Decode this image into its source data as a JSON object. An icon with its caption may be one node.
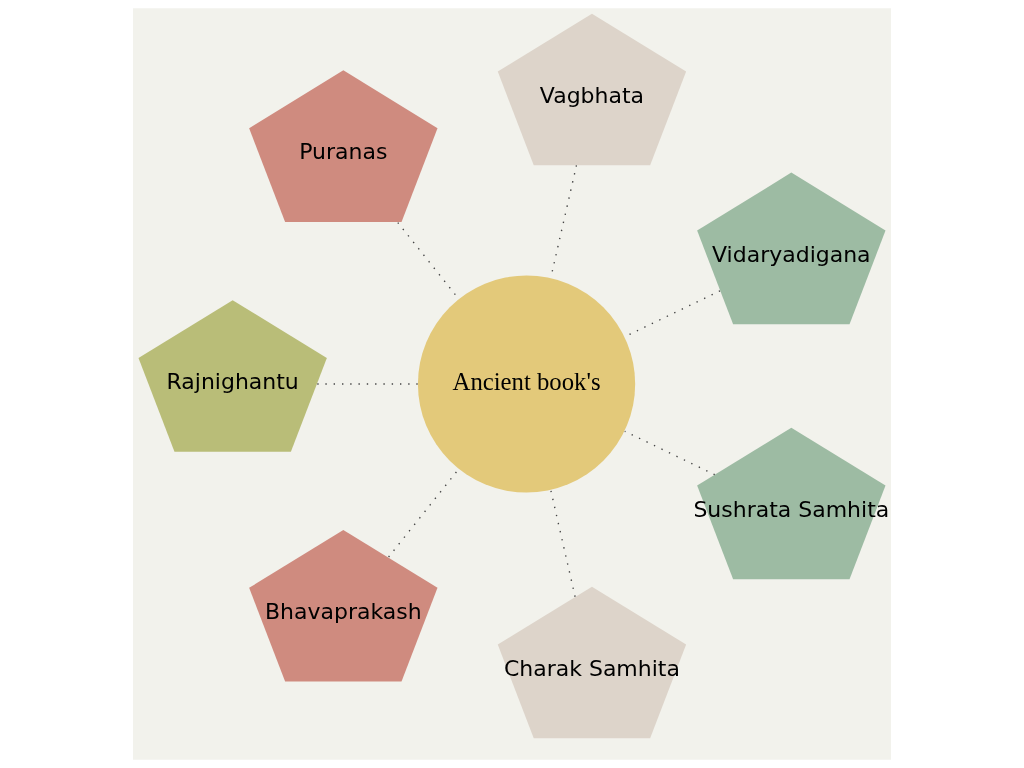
{
  "diagram": {
    "nodes": [
      {
        "text": [
          "Ancient book's"
        ]
      },
      {
        "text": [
          "Vidaryadigana"
        ]
      },
      {
        "text": [
          "Vagbhata"
        ]
      },
      {
        "text": [
          "Puranas"
        ]
      },
      {
        "text": [
          "Rajnighantu"
        ]
      },
      {
        "text": [
          "Bhavaprakash"
        ]
      },
      {
        "text": [
          "Charak Samhita"
        ]
      },
      {
        "text": [
          "Sushrata Samhita"
        ]
      }
    ],
    "edges": [
      {
        "from": 1,
        "to": 0,
        "arrow": "none",
        "style": "dashed"
      },
      {
        "from": 2,
        "to": 0,
        "arrow": "none",
        "style": "dashed"
      },
      {
        "from": 3,
        "to": 0,
        "arrow": "none",
        "style": "dashed"
      },
      {
        "from": 4,
        "to": 0,
        "arrow": "none",
        "style": "dashed"
      },
      {
        "from": 5,
        "to": 0,
        "arrow": "none",
        "style": "dashed"
      },
      {
        "from": 6,
        "to": 0,
        "arrow": "none",
        "style": "dashed"
      },
      {
        "from": 7,
        "to": 0,
        "arrow": "none",
        "style": "dashed"
      }
    ]
  }
}
